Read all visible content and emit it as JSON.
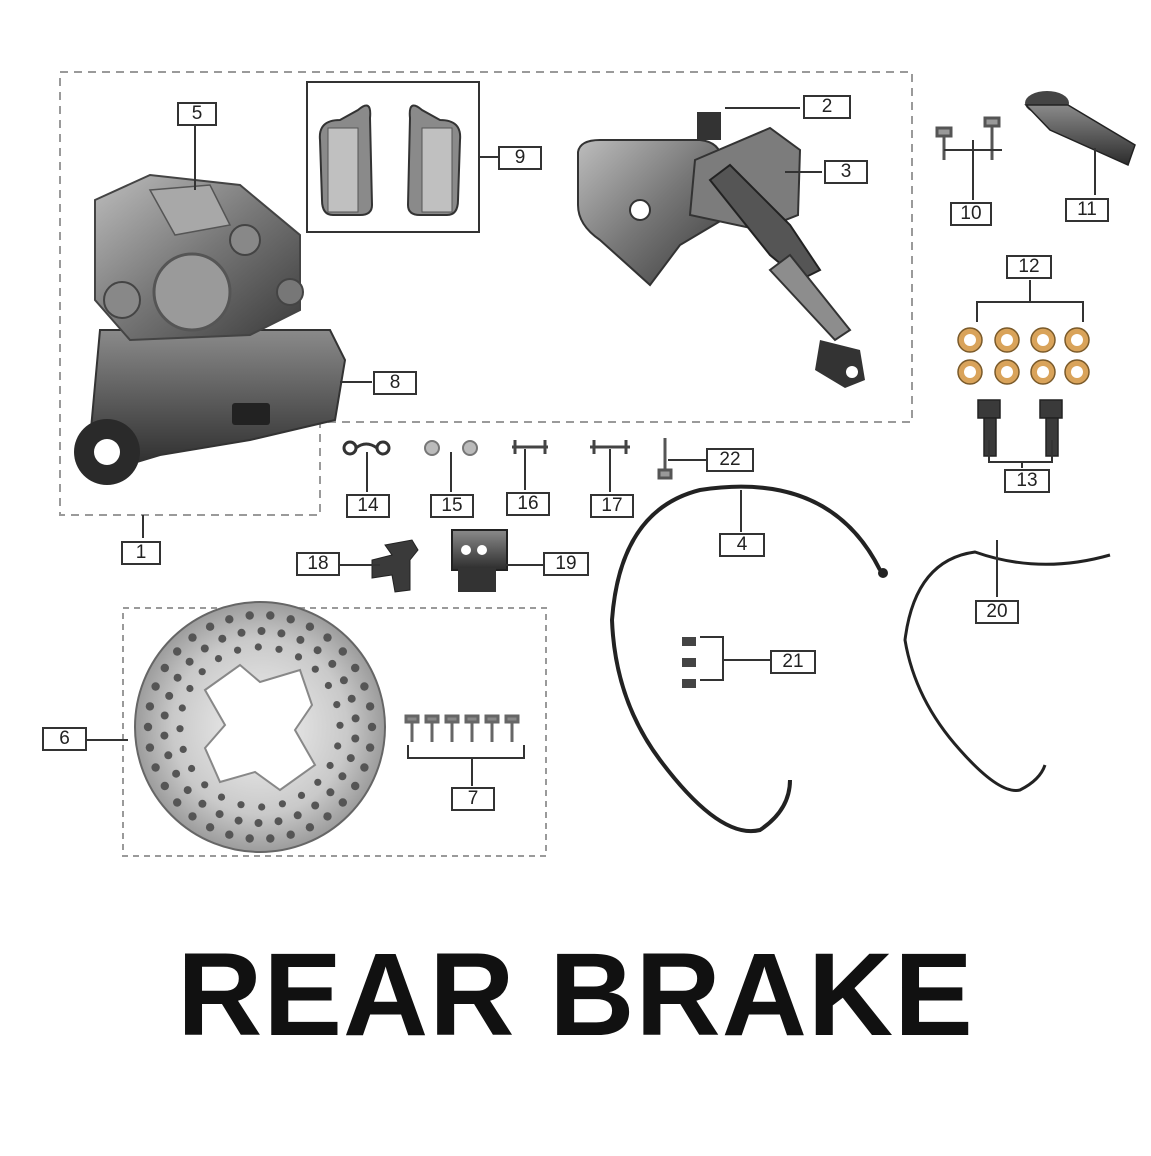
{
  "title": "REAR BRAKE",
  "colors": {
    "line": "#333333",
    "part": "#6f6f6f",
    "part_dark": "#2f2f2f",
    "part_light": "#a9a9a9",
    "copper": "#d9a35a"
  },
  "callouts": [
    {
      "id": "1",
      "label": "1"
    },
    {
      "id": "2",
      "label": "2"
    },
    {
      "id": "3",
      "label": "3"
    },
    {
      "id": "4",
      "label": "4"
    },
    {
      "id": "5",
      "label": "5"
    },
    {
      "id": "6",
      "label": "6"
    },
    {
      "id": "7",
      "label": "7"
    },
    {
      "id": "8",
      "label": "8"
    },
    {
      "id": "9",
      "label": "9"
    },
    {
      "id": "10",
      "label": "10"
    },
    {
      "id": "11",
      "label": "11"
    },
    {
      "id": "12",
      "label": "12"
    },
    {
      "id": "13",
      "label": "13"
    },
    {
      "id": "14",
      "label": "14"
    },
    {
      "id": "15",
      "label": "15"
    },
    {
      "id": "16",
      "label": "16"
    },
    {
      "id": "17",
      "label": "17"
    },
    {
      "id": "18",
      "label": "18"
    },
    {
      "id": "19",
      "label": "19"
    },
    {
      "id": "20",
      "label": "20"
    },
    {
      "id": "21",
      "label": "21"
    },
    {
      "id": "22",
      "label": "22"
    }
  ],
  "parts": {
    "caliper": "brake-caliper",
    "pads": "brake-pads",
    "master_cylinder": "master-cylinder",
    "disc": "brake-disc",
    "hose": "brake-hose",
    "boot": "rubber-boot",
    "washers": "copper-washers",
    "banjo_bolts": "banjo-bolts",
    "bracket": "bracket",
    "abs_sensor": "sensor",
    "cable": "sensor-cable"
  }
}
